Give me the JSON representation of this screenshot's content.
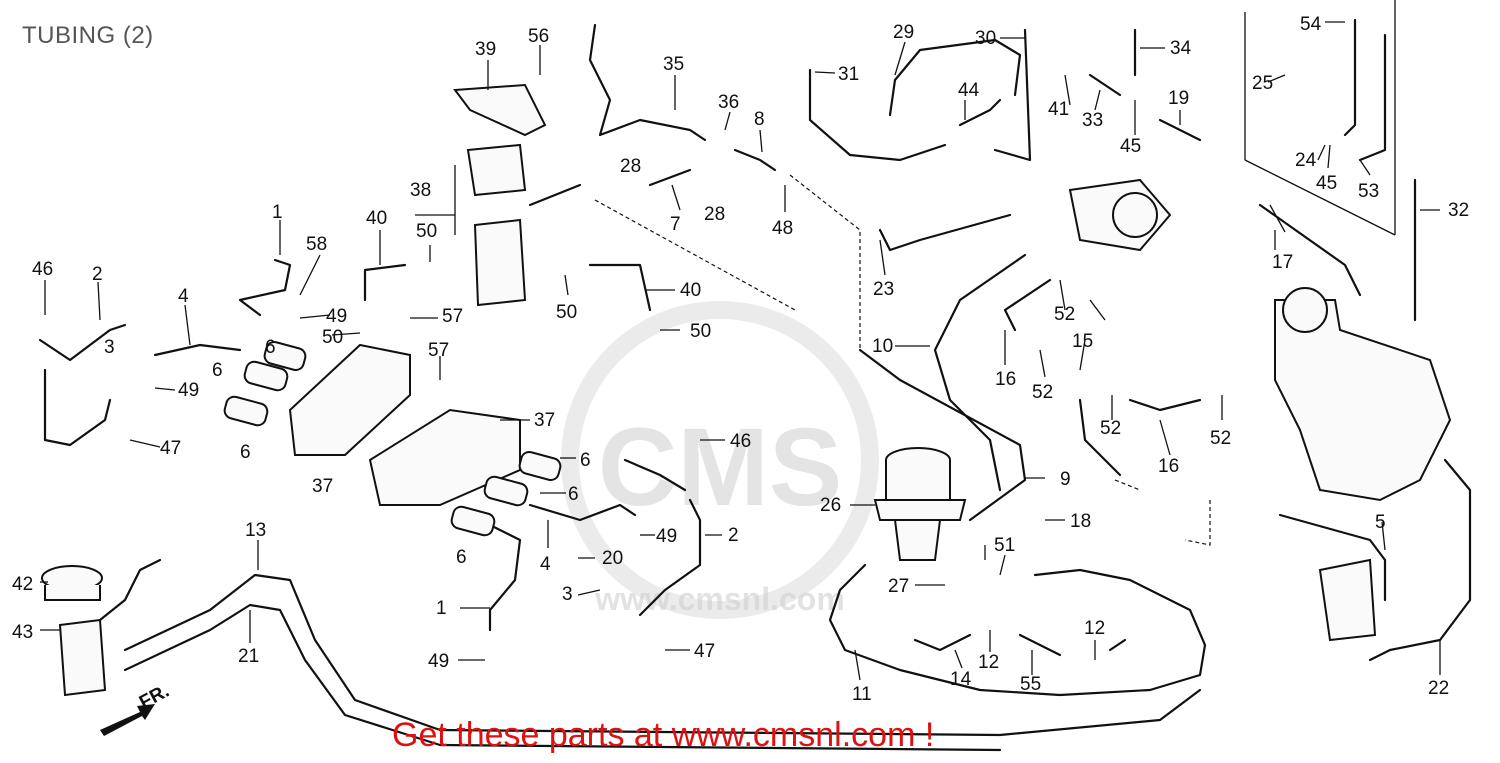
{
  "title": "TUBING (2)",
  "front_marker": "FR.",
  "watermark": {
    "brand": "CMS",
    "url": "www.cmsnl.com"
  },
  "promo": "Get these parts at www.cmsnl.com !",
  "callout_labels": [
    "1",
    "2",
    "3",
    "4",
    "5",
    "6",
    "7",
    "8",
    "9",
    "10",
    "11",
    "12",
    "13",
    "14",
    "15",
    "16",
    "17",
    "18",
    "19",
    "20",
    "21",
    "22",
    "23",
    "24",
    "25",
    "26",
    "27",
    "28",
    "29",
    "30",
    "31",
    "32",
    "33",
    "34",
    "35",
    "36",
    "37",
    "38",
    "39",
    "40",
    "41",
    "42",
    "43",
    "44",
    "45",
    "46",
    "47",
    "48",
    "49",
    "50",
    "51",
    "52",
    "53",
    "54",
    "55",
    "56",
    "57",
    "58"
  ]
}
